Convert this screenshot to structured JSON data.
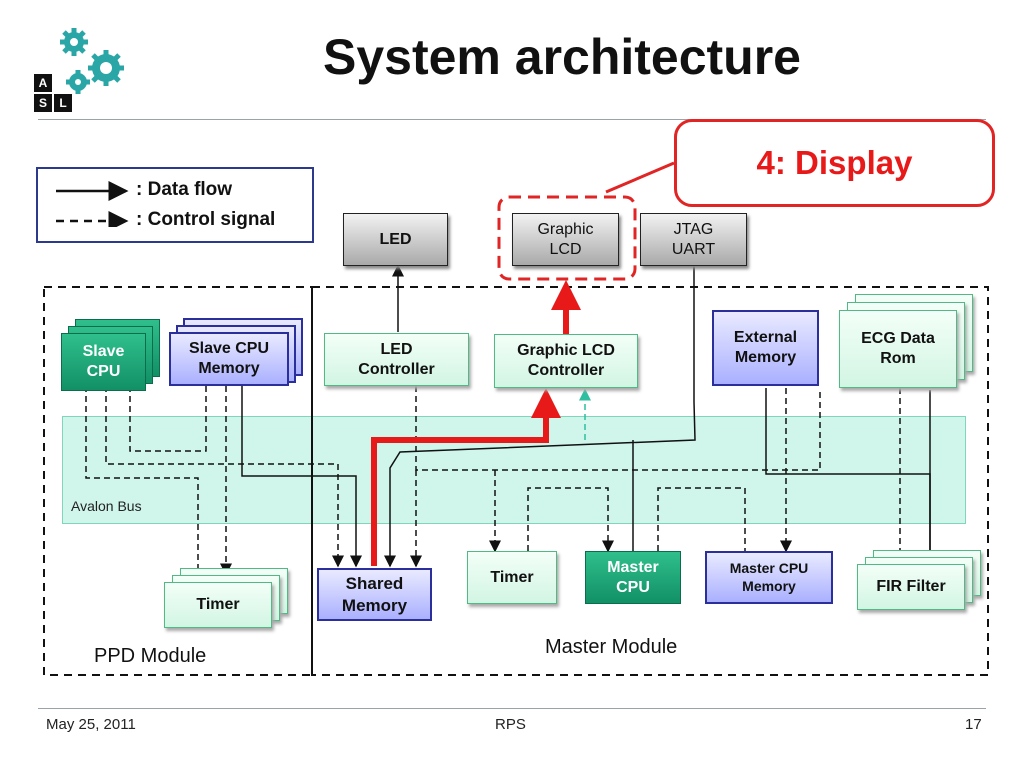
{
  "title": "System architecture",
  "logo": {
    "letters": [
      "A",
      "S",
      "L"
    ]
  },
  "legend": {
    "data_flow": "Data flow",
    "data_flow_prefix": ":",
    "control_signal": "Control signal",
    "control_signal_prefix": ":"
  },
  "callout": "4: Display",
  "peripherals": {
    "led": "LED",
    "graphic_lcd": [
      "Graphic",
      "LCD"
    ],
    "jtag_uart": [
      "JTAG",
      "UART"
    ]
  },
  "blocks": {
    "slave_cpu": [
      "Slave",
      "CPU"
    ],
    "slave_cpu_memory": [
      "Slave CPU",
      "Memory"
    ],
    "led_controller": [
      "LED",
      "Controller"
    ],
    "graphic_lcd_controller": [
      "Graphic LCD",
      "Controller"
    ],
    "external_memory": [
      "External",
      "Memory"
    ],
    "ecg_data_rom": [
      "ECG Data",
      "Rom"
    ],
    "timer_ppd": "Timer",
    "shared_memory": [
      "Shared",
      "Memory"
    ],
    "timer_master": "Timer",
    "master_cpu": [
      "Master",
      "CPU"
    ],
    "master_cpu_memory": [
      "Master CPU",
      "Memory"
    ],
    "fir_filter": "FIR Filter"
  },
  "bus_label": "Avalon Bus",
  "modules": {
    "ppd": "PPD Module",
    "master": "Master Module"
  },
  "footer": {
    "date": "May 25, 2011",
    "center": "RPS",
    "page": "17"
  },
  "colors": {
    "highlight": "#e81919",
    "bus": "#8fe8cc",
    "blue_border": "#2a2f9c",
    "teal": "#129066"
  }
}
